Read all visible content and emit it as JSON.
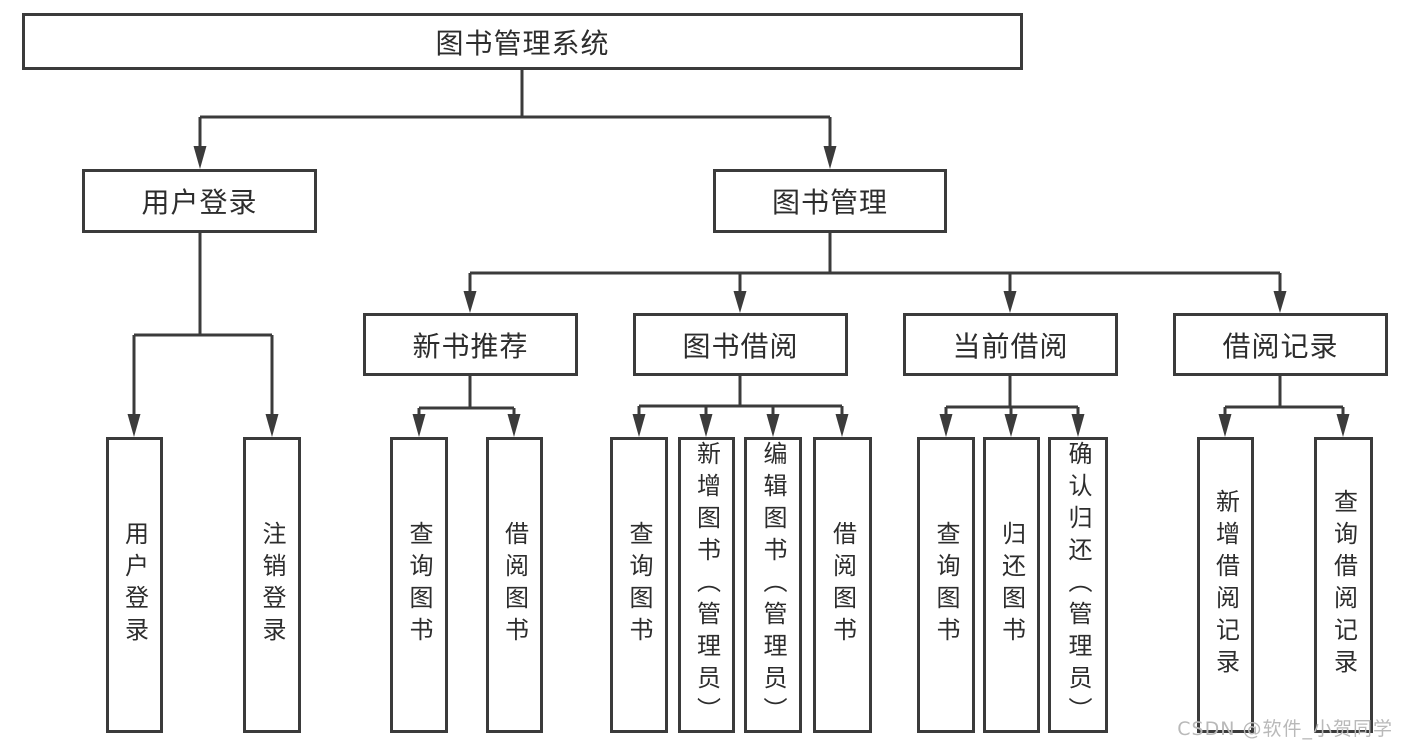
{
  "page": {
    "background": "#ffffff"
  },
  "diagram": {
    "line_color": "#3b3b3b",
    "text_color": "#2d2d2d",
    "root": {
      "label": "图书管理系统"
    },
    "branches": [
      {
        "label": "用户登录",
        "children": [
          {
            "label": "用户登录"
          },
          {
            "label": "注销登录"
          }
        ]
      },
      {
        "label": "图书管理",
        "children": [
          {
            "label": "新书推荐",
            "children": [
              {
                "label": "查询图书"
              },
              {
                "label": "借阅图书"
              }
            ]
          },
          {
            "label": "图书借阅",
            "children": [
              {
                "label": "查询图书"
              },
              {
                "label": "新增图书（管理员）"
              },
              {
                "label": "编辑图书（管理员）"
              },
              {
                "label": "借阅图书"
              }
            ]
          },
          {
            "label": "当前借阅",
            "children": [
              {
                "label": "查询图书"
              },
              {
                "label": "归还图书"
              },
              {
                "label": "确认归还（管理员）"
              }
            ]
          },
          {
            "label": "借阅记录",
            "children": [
              {
                "label": "新增借阅记录"
              },
              {
                "label": "查询借阅记录"
              }
            ]
          }
        ]
      }
    ]
  },
  "watermark": {
    "text": "CSDN @软件_小贺同学",
    "color": "#b9b9b9"
  }
}
